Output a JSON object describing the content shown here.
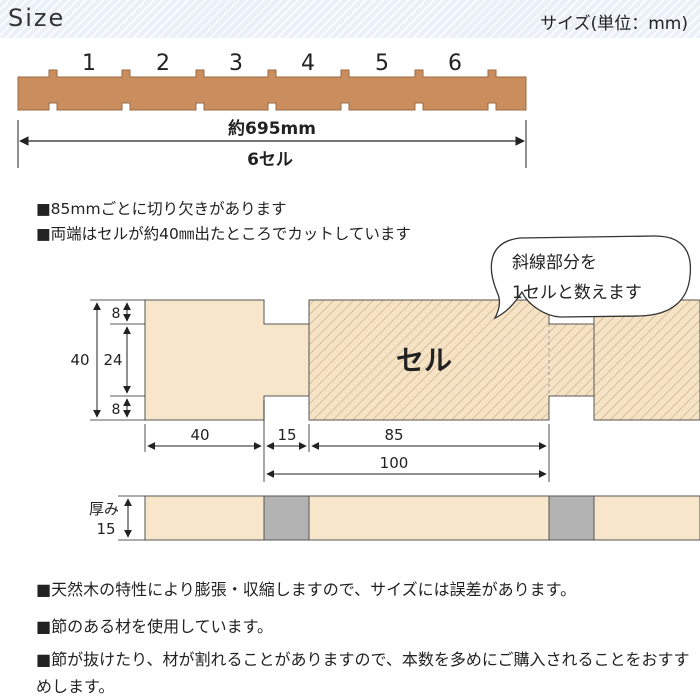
{
  "header": {
    "title": "Size",
    "unit_label": "サイズ(単位：mm)"
  },
  "slat": {
    "cell_numbers": [
      "1",
      "2",
      "3",
      "4",
      "5",
      "6"
    ],
    "length_label": "約695mm",
    "cells_label": "6セル"
  },
  "notes_top": [
    "■85mmごとに切り欠きがあります",
    "■両端はセルが約40㎜出たところでカットしています"
  ],
  "callout": {
    "line1": "斜線部分を",
    "line2": "1セルと数えます"
  },
  "detail": {
    "cell_label": "セル",
    "height_total": "40",
    "height_top": "8",
    "height_mid": "24",
    "height_bottom": "8",
    "width_end": "40",
    "width_notch": "15",
    "width_cell": "85",
    "width_pitch": "100"
  },
  "thickness": {
    "label_line1": "厚み",
    "label_line2": "15"
  },
  "notes_bottom": [
    "■天然木の特性により膨張・収縮しますので、サイズには誤差があります。",
    "■節のある材を使用しています。",
    "■節が抜けたり、材が割れることがありますので、本数を多めにご購入されることをおすすめします。"
  ],
  "colors": {
    "wood_dark": "#c98d5e",
    "wood_light": "#f8e6ca",
    "notch_gray": "#b3b3b3"
  }
}
